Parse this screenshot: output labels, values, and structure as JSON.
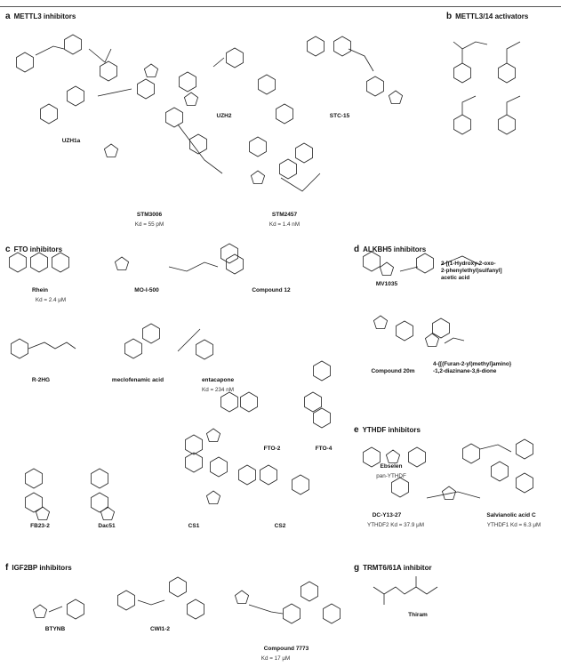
{
  "panels": {
    "a": {
      "letter": "a",
      "title": "METTL3 inhibitors",
      "compounds": [
        {
          "name": "UZH1a"
        },
        {
          "name": "UZH2"
        },
        {
          "name": "STC-15"
        },
        {
          "name": "STM3006",
          "note": "Kd = 55 pM"
        },
        {
          "name": "STM2457",
          "note": "Kd = 1.4 nM"
        }
      ]
    },
    "b": {
      "letter": "b",
      "title": "METTL3/14 activators"
    },
    "c": {
      "letter": "c",
      "title": "FTO inhibitors",
      "compounds": [
        {
          "name": "Rhein",
          "note": "Kd = 2.4 μM"
        },
        {
          "name": "MO-I-500"
        },
        {
          "name": "Compound 12"
        },
        {
          "name": "R-2HG"
        },
        {
          "name": "meclofenamic acid"
        },
        {
          "name": "entacapone",
          "note": "Kd = 234 nM"
        },
        {
          "name": "FTO-2"
        },
        {
          "name": "FTO-4"
        },
        {
          "name": "FB23-2"
        },
        {
          "name": "Dac51"
        },
        {
          "name": "CS1"
        },
        {
          "name": "CS2"
        }
      ]
    },
    "d": {
      "letter": "d",
      "title": "ALKBH5 inhibitors",
      "compounds": [
        {
          "name": "MV1035"
        },
        {
          "name": "2-[(1-Hydroxy-2-oxo-",
          "line2": "2-phenylethyl)sulfanyl]",
          "line3": "acetic acid"
        },
        {
          "name": "Compound 20m"
        },
        {
          "name": "4-{[(Furan-2-yl)methyl]amino}",
          "line2": "-1,2-diazinane-3,6-dione"
        }
      ]
    },
    "e": {
      "letter": "e",
      "title": "YTHDF inhibitors",
      "compounds": [
        {
          "name": "Ebselen",
          "note": "pan-YTHDF"
        },
        {
          "name": "DC-Y13-27",
          "note": "YTHDF2 Kd = 37.9 μM"
        },
        {
          "name": "Salvianolic acid C",
          "note": "YTHDF1 Kd = 6.3 μM"
        }
      ]
    },
    "f": {
      "letter": "f",
      "title": "IGF2BP inhibitors",
      "compounds": [
        {
          "name": "BTYNB"
        },
        {
          "name": "CWI1-2"
        },
        {
          "name": "Compound 7773",
          "note": "Kd = 17 μM"
        }
      ]
    },
    "g": {
      "letter": "g",
      "title": "TRMT6/61A inhibitor",
      "compounds": [
        {
          "name": "Thiram"
        }
      ]
    }
  }
}
